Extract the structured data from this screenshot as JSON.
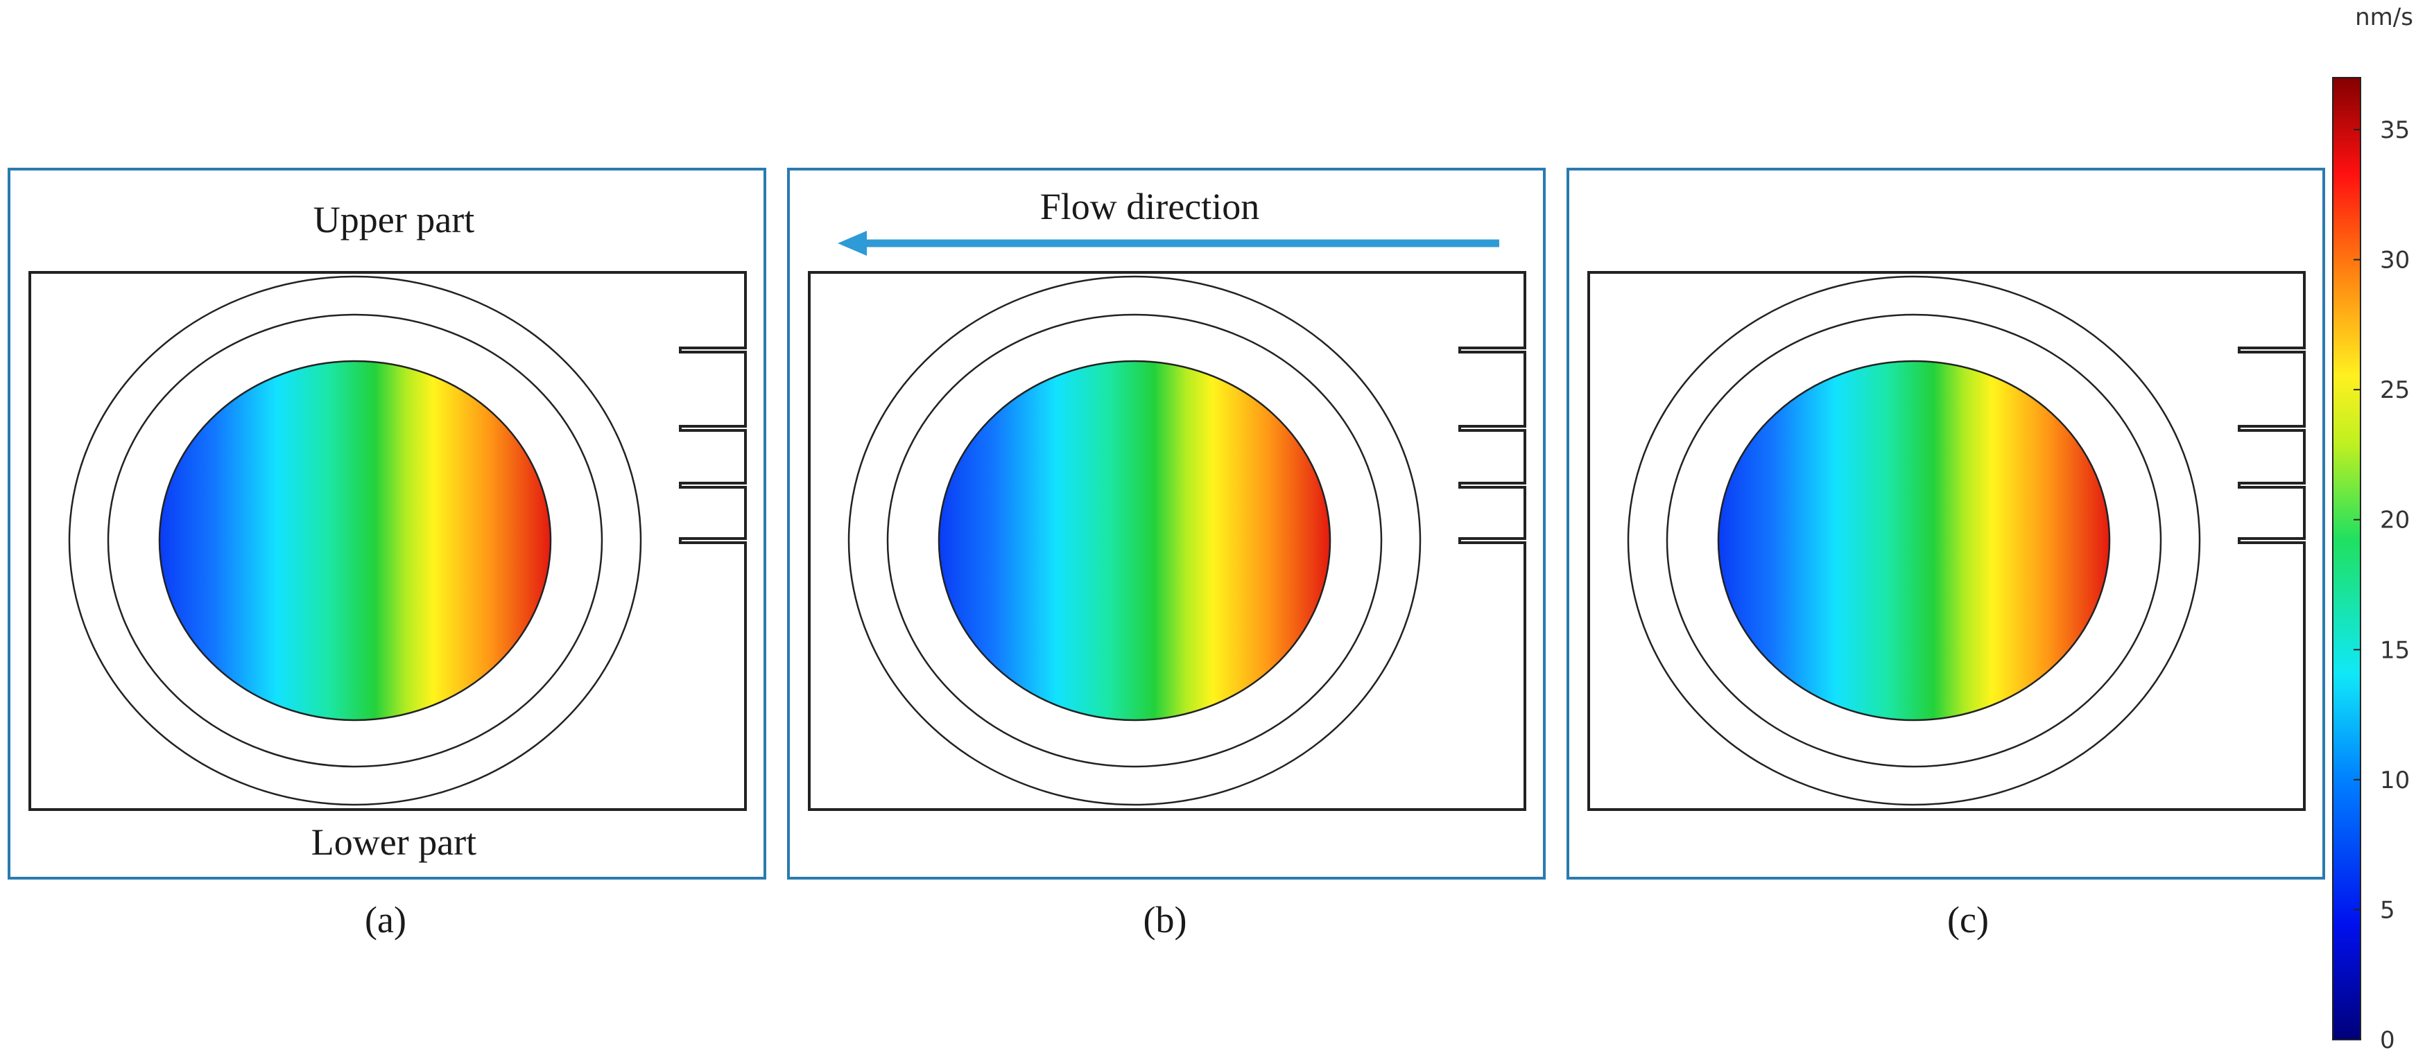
{
  "panels": [
    {
      "id": "a",
      "caption": "(a)",
      "label_top": "Upper part",
      "label_bottom": "Lower part"
    },
    {
      "id": "b",
      "caption": "(b)",
      "label_top": "Flow direction",
      "label_bottom": ""
    },
    {
      "id": "c",
      "caption": "(c)",
      "label_top": "",
      "label_bottom": ""
    }
  ],
  "colorbar": {
    "unit": "nm/s",
    "min": 0,
    "max": 37,
    "ticks": [
      "0",
      "5",
      "10",
      "15",
      "20",
      "25",
      "30",
      "35"
    ],
    "colormap": "rainbow"
  },
  "colors": {
    "panel_border": "#2a7bb0",
    "arrow": "#2e9ad6",
    "outline": "#222222"
  }
}
